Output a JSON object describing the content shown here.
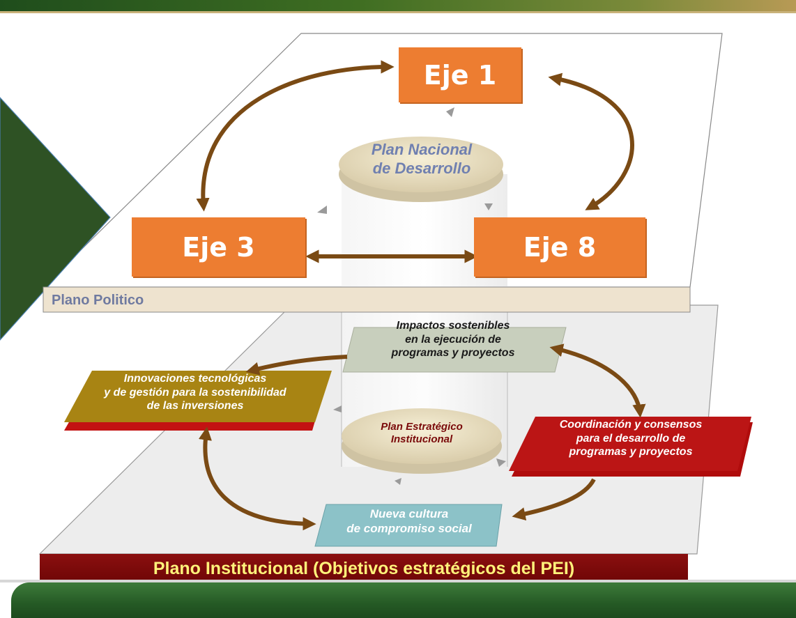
{
  "eje_top": "Eje 1",
  "eje_left": "Eje 3",
  "eje_right": "Eje 8",
  "plan_nacional": "Plan Nacional\nde Desarrollo",
  "plano_politico": "Plano Politico",
  "impactos": "Impactos sostenibles\nen la ejecución de\nprogramas y proyectos",
  "innovaciones": "Innovaciones tecnológicas\ny de gestión para la sostenibilidad\nde las  inversiones",
  "plan_estrategico": "Plan Estratégico\nInstitucional",
  "coordinacion": "Coordinación y consensos\npara el desarrollo de\nprogramas y proyectos",
  "nueva_cultura": "Nueva cultura\nde compromiso social",
  "plano_institucional": "Plano Institucional (Objetivos estratégicos del PEI)",
  "colors": {
    "eje": "#ed7d31",
    "arrow": "#7a4a14",
    "dark_green": "#2e5224",
    "institucional": "#7a0a0a"
  }
}
